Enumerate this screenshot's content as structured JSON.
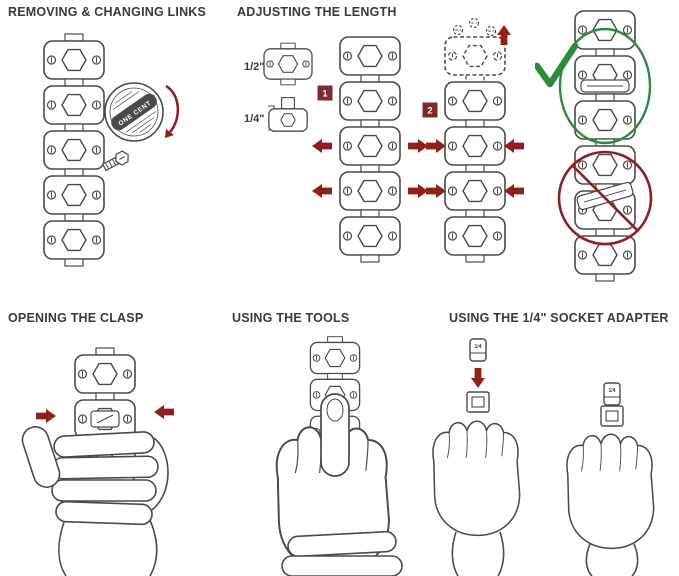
{
  "colors": {
    "bg": "#ffffff",
    "ink": "#4a4a4a",
    "heading": "#3a3a3a",
    "red": "#8e211d",
    "green": "#2e8b3e",
    "badge": "#7d2a2e"
  },
  "headings": {
    "removing": "REMOVING & CHANGING LINKS",
    "adjusting": "ADJUSTING THE LENGTH",
    "clasp": "OPENING THE CLASP",
    "tools": "USING THE TOOLS",
    "socket": "USING THE 1/4\" SOCKET ADAPTER"
  },
  "labels": {
    "half_inch": "1/2\"",
    "quarter_inch": "1/4\"",
    "step1": "1",
    "step2": "2",
    "coin": "ONE CENT",
    "bit": "1/4"
  }
}
